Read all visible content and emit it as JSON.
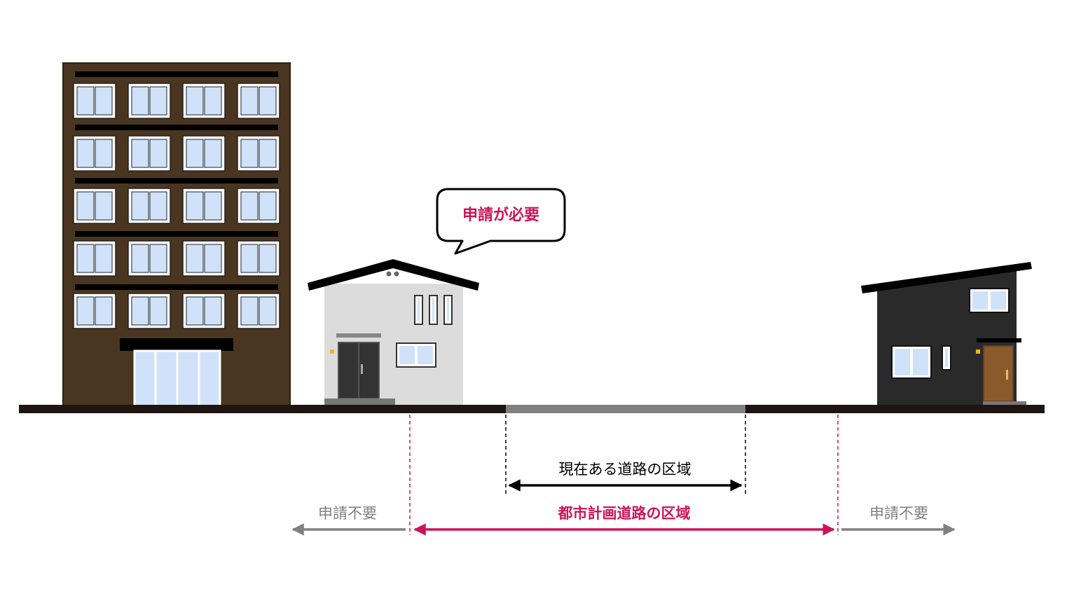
{
  "bubble": {
    "text": "申請が必要"
  },
  "existing_road": {
    "label": "現在ある道路の区域"
  },
  "planned_road": {
    "label": "都市計画道路の区域"
  },
  "left_zone": {
    "label": "申請不要"
  },
  "right_zone": {
    "label": "申請不要"
  },
  "colors": {
    "accent": "#cc1458",
    "ground": "#1e1410",
    "apartment": "#4a3520",
    "house_light": "#dcdcdc",
    "house_dark": "#2a2a2a",
    "glass": "#cfe2fa",
    "gray_arrow": "#808080",
    "road": "#808080"
  }
}
